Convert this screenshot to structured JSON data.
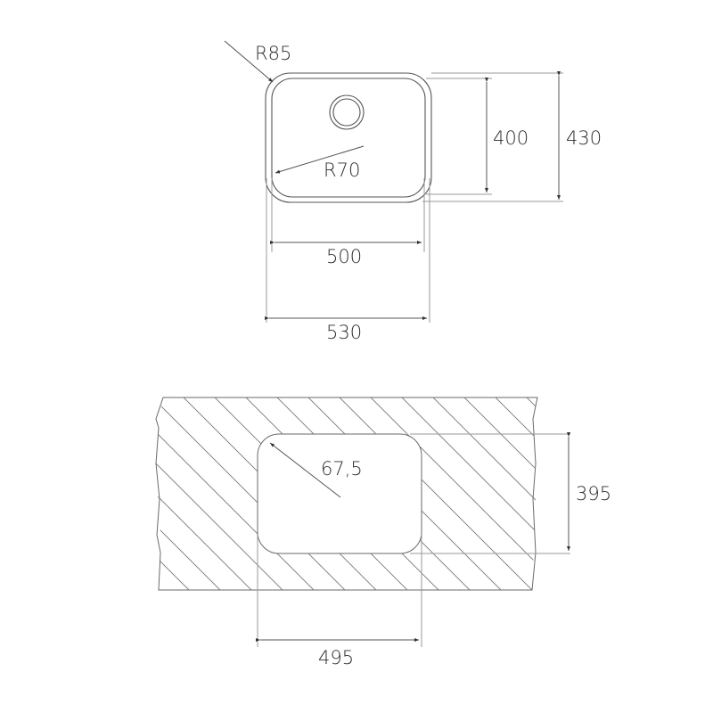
{
  "drawing": {
    "top_view": {
      "radius_outer_label": "R85",
      "radius_inner_label": "R70",
      "inner_height_label": "400",
      "outer_height_label": "430",
      "inner_width_label": "500",
      "outer_width_label": "530"
    },
    "cutout_view": {
      "corner_radius_label": "67,5",
      "cutout_height_label": "395",
      "cutout_width_label": "495"
    },
    "colors": {
      "line": "#6a6a6a",
      "text": "#2e2e2e",
      "background": "#ffffff"
    }
  }
}
